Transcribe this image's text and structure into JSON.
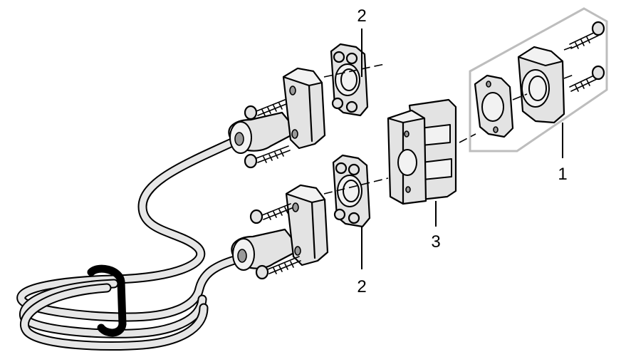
{
  "callouts": {
    "kit": "1",
    "adapter_top": "2",
    "adapter_bottom": "2",
    "gender_changer": "3"
  }
}
